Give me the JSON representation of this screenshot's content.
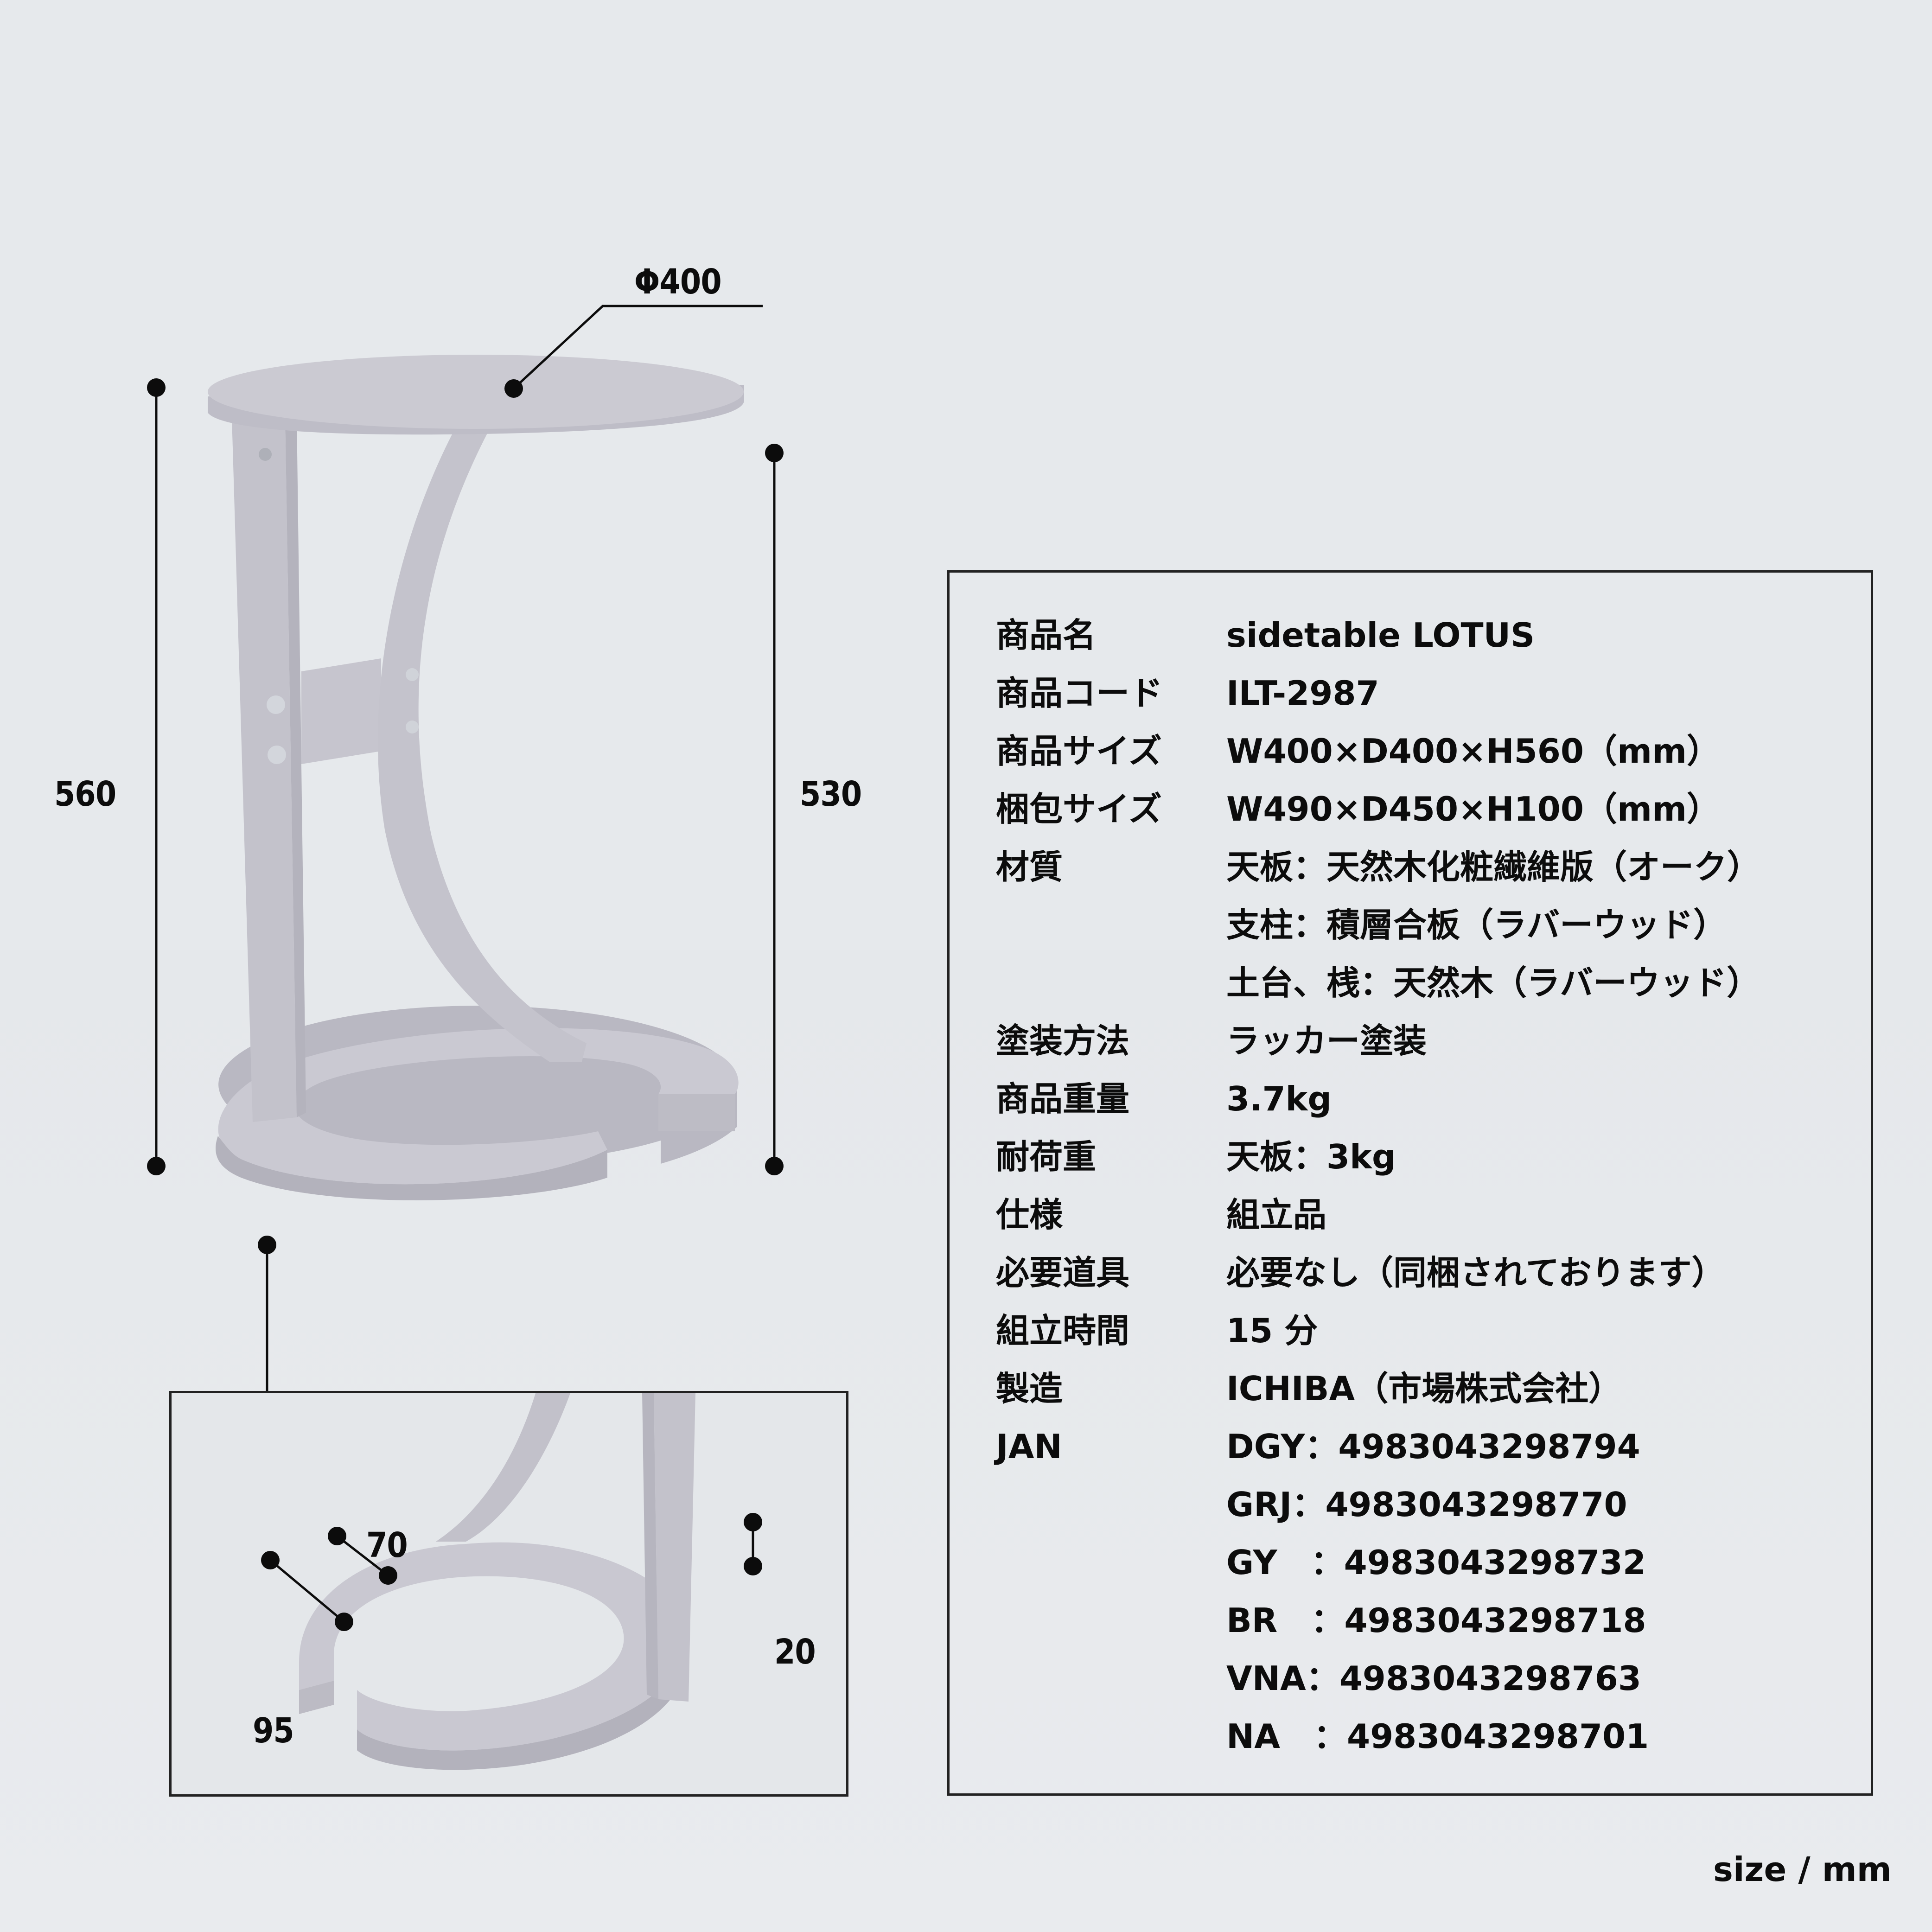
{
  "dimensions": {
    "top_diameter": "Φ400",
    "total_height": "560",
    "inner_height": "530",
    "base_gap_inner": "70",
    "base_gap_outer": "95",
    "base_thickness": "20"
  },
  "spec": {
    "rows": [
      {
        "label": "商品名",
        "value": "sidetable LOTUS"
      },
      {
        "label": "商品コード",
        "value": "ILT-2987"
      },
      {
        "label": "商品サイズ",
        "value": "W400×D400×H560（mm）"
      },
      {
        "label": "梱包サイズ",
        "value": "W490×D450×H100（mm）"
      },
      {
        "label": "材質",
        "value": "天板：天然木化粧繊維版（オーク）"
      },
      {
        "label": "",
        "value": "支柱：積層合板（ラバーウッド）"
      },
      {
        "label": "",
        "value": "土台、桟：天然木（ラバーウッド）"
      },
      {
        "label": "塗装方法",
        "value": "ラッカー塗装"
      },
      {
        "label": "商品重量",
        "value": "3.7kg"
      },
      {
        "label": "耐荷重",
        "value": "天板：3kg"
      },
      {
        "label": "仕様",
        "value": "組立品"
      },
      {
        "label": "必要道具",
        "value": "必要なし（同梱されております）"
      },
      {
        "label": "組立時間",
        "value": "15 分"
      },
      {
        "label": "製造",
        "value": "ICHIBA（市場株式会社）"
      },
      {
        "label": "JAN",
        "value": "DGY：4983043298794"
      },
      {
        "label": "",
        "value": "GRJ：4983043298770"
      },
      {
        "label": "",
        "value": "GY　：4983043298732"
      },
      {
        "label": "",
        "value": "BR　：4983043298718"
      },
      {
        "label": "",
        "value": "VNA：4983043298763"
      },
      {
        "label": "",
        "value": "NA　：4983043298701"
      }
    ]
  },
  "footer": {
    "unit_note": "size / mm"
  },
  "colors": {
    "background": "#e6e9ec",
    "product": "#c7c6cf",
    "product_shadow": "#b2b1bb",
    "line": "#0c0c0c"
  }
}
